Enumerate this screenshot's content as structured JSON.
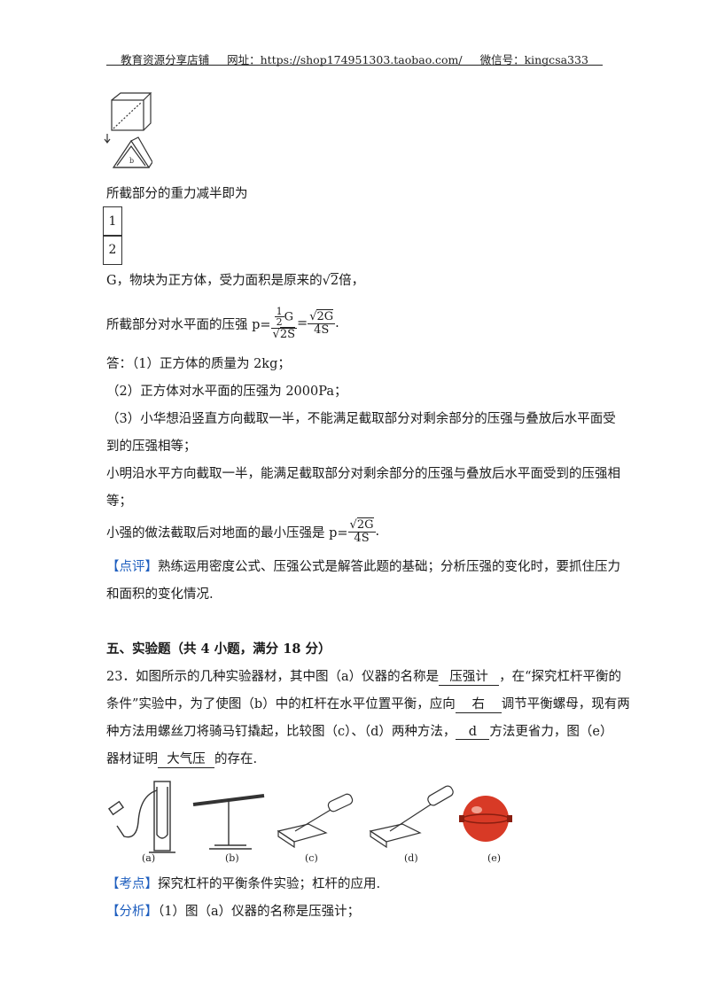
{
  "header": {
    "shop": "教育资源分享店铺",
    "url": "网址：https://shop174951303.taobao.com/",
    "wechat": "微信号：kingcsa333"
  },
  "solution": {
    "line_gravity": "所截部分的重力减半即为",
    "box_values": [
      "1",
      "2"
    ],
    "line_area_prefix": "G，物块为正方体，受力面积是原来的",
    "line_area_sqrt": "2",
    "line_area_suffix": "倍，",
    "line_p1_prefix": "所截部分对水平面的压强 p=",
    "frac1_num_top": "1",
    "frac1_num_bottom": "2",
    "frac1_num_g": "G",
    "frac1_den": "2S",
    "eq": "=",
    "frac2_num": "2G",
    "frac2_den": "4S",
    "period": ".",
    "ans1": "答：（1）正方体的质量为 2kg；",
    "ans2": "（2）正方体对水平面的压强为 2000Pa；",
    "ans3a": "（3）小华想沿竖直方向截取一半，不能满足截取部分对剩余部分的压强与叠放后水平面受",
    "ans3b": "到的压强相等；",
    "ans4a": "小明沿水平方向截取一半，能满足截取部分对剩余部分的压强与叠放后水平面受到的压强相",
    "ans4b": "等；",
    "ans5_prefix": "小强的做法截取后对地面的最小压强是 p=",
    "comment_tag": "【点评】",
    "comment_a": "熟练运用密度公式、压强公式是解答此题的基础；分析压强的变化时，要抓住压力",
    "comment_b": "和面积的变化情况."
  },
  "section5": {
    "title": "五、实验题（共 4 小题，满分 18 分）",
    "q23_l1_a": "23．如图所示的几种实验器材，其中图（a）仪器的名称是",
    "q23_blank1": "压强计",
    "q23_l1_b": "，在“探究杠杆平衡的",
    "q23_l2_a": "条件”实验中，为了使图（b）中的杠杆在水平位置平衡，应向",
    "q23_blank2": "右",
    "q23_l2_b": "调节平衡螺母，现有两",
    "q23_l3_a": "种方法用螺丝刀将骑马钉撬起，比较图（c）、（d）两种方法，",
    "q23_blank3": "d",
    "q23_l3_b": "方法更省力，图（e）",
    "q23_l4_a": "器材证明",
    "q23_blank4": "大气压",
    "q23_l4_b": "的存在.",
    "fig_labels": [
      "(a)",
      "(b)",
      "(c)",
      "(d)",
      "(e)"
    ],
    "kaodian_tag": "【考点】",
    "kaodian": "探究杠杆的平衡条件实验；杠杆的应用.",
    "fenxi_tag": "【分析】",
    "fenxi": "（1）图（a）仪器的名称是压强计；",
    "fig_small_label": "b"
  }
}
